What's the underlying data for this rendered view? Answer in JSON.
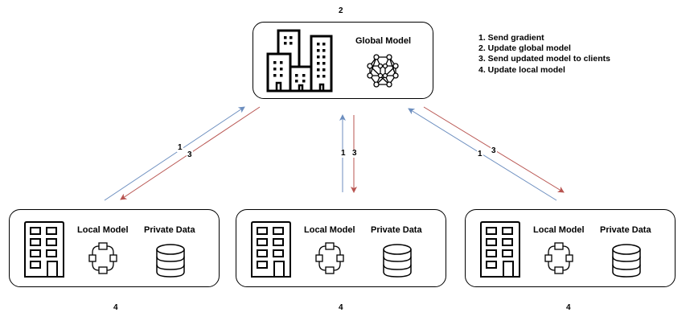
{
  "server": {
    "step_number": "2",
    "title": "Global Model",
    "building_icon": "city-buildings-icon",
    "model_icon": "neural-network-icon"
  },
  "legend": {
    "items": [
      "1. Send gradient",
      "2. Update global model",
      "3. Send updated model to clients",
      "4. Update local model"
    ]
  },
  "clients": [
    {
      "step_number": "4",
      "model_label": "Local Model",
      "data_label": "Private Data",
      "building_icon": "office-building-icon",
      "model_icon": "ring-network-icon",
      "data_icon": "database-icon"
    },
    {
      "step_number": "4",
      "model_label": "Local Model",
      "data_label": "Private Data",
      "building_icon": "office-building-icon",
      "model_icon": "ring-network-icon",
      "data_icon": "database-icon"
    },
    {
      "step_number": "4",
      "model_label": "Local Model",
      "data_label": "Private Data",
      "building_icon": "office-building-icon",
      "model_icon": "ring-network-icon",
      "data_icon": "database-icon"
    }
  ],
  "edges": [
    {
      "label": "1",
      "direction": "client-to-server",
      "color": "#6c8ebf"
    },
    {
      "label": "3",
      "direction": "server-to-client",
      "color": "#b85450"
    }
  ],
  "colors": {
    "upload_arrow": "#6c8ebf",
    "download_arrow": "#b85450"
  }
}
